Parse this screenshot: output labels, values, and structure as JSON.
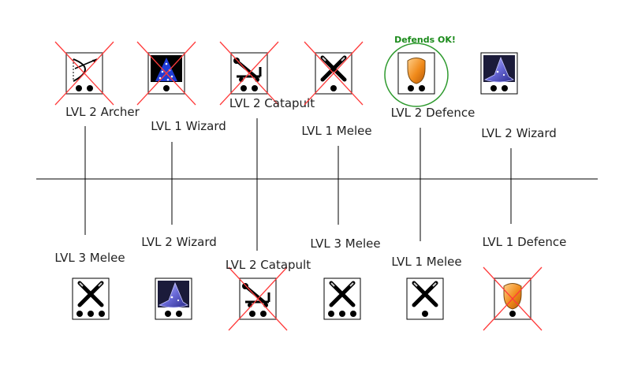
{
  "note": "Defends OK!",
  "colors": {
    "line": "#000000",
    "cross": "#ff3b3b",
    "ok_circle": "#2e9a2e",
    "text": "#222222"
  },
  "top": [
    {
      "label": "LVL 2 Archer",
      "icon": "archer-bow-icon",
      "level": 2,
      "crossed": true,
      "ok": false
    },
    {
      "label": "LVL 1 Wizard",
      "icon": "wizard-robe-icon",
      "level": 1,
      "crossed": true,
      "ok": false
    },
    {
      "label": "LVL 2 Catapult",
      "icon": "catapult-icon",
      "level": 2,
      "crossed": true,
      "ok": false
    },
    {
      "label": "LVL 1 Melee",
      "icon": "crossed-swords-icon",
      "level": 1,
      "crossed": true,
      "ok": false
    },
    {
      "label": "LVL 2 Defence",
      "icon": "shield-icon",
      "level": 2,
      "crossed": false,
      "ok": true
    },
    {
      "label": "LVL 2 Wizard",
      "icon": "wizard-hat-icon",
      "level": 2,
      "crossed": false,
      "ok": false
    }
  ],
  "bottom": [
    {
      "label": "LVL 3 Melee",
      "icon": "crossed-swords-icon",
      "level": 3,
      "crossed": false
    },
    {
      "label": "LVL 2 Wizard",
      "icon": "wizard-hat-icon",
      "level": 2,
      "crossed": false
    },
    {
      "label": "LVL 2 Catapult",
      "icon": "catapult-icon",
      "level": 2,
      "crossed": true
    },
    {
      "label": "LVL 3 Melee",
      "icon": "crossed-swords-icon",
      "level": 3,
      "crossed": false
    },
    {
      "label": "LVL 1 Melee",
      "icon": "crossed-swords-icon",
      "level": 1,
      "crossed": false
    },
    {
      "label": "LVL 1 Defence",
      "icon": "shield-icon",
      "level": 1,
      "crossed": true
    }
  ]
}
